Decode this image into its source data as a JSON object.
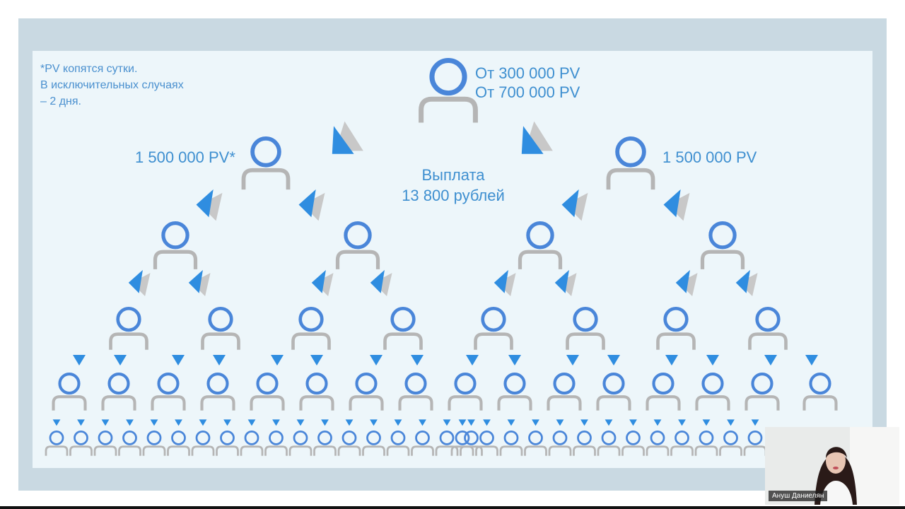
{
  "slide": {
    "note_lines": [
      "*PV копятся сутки.",
      "В исключительных случаях",
      "– 2 дня."
    ],
    "top_lines": [
      "От 300 000 PV",
      "От 700 000 PV"
    ],
    "left_branch_pv": "1 500 000 PV*",
    "right_branch_pv": "1 500 000 PV",
    "payout_lines": [
      "Выплата",
      "13 800 рублей"
    ]
  },
  "tree": {
    "levels": [
      1,
      2,
      4,
      8,
      16,
      32
    ],
    "icon_name": "person-icon",
    "arrow_icon_name": "triangle-arrow-icon"
  },
  "colors": {
    "person_head": "#4a86d9",
    "person_body": "#b5b5b5",
    "arrow_blue": "#2f8de0",
    "arrow_gray": "#c8c8c8",
    "text": "#3e8fd0"
  },
  "video": {
    "participant_name": "Ануш Даниелян"
  }
}
